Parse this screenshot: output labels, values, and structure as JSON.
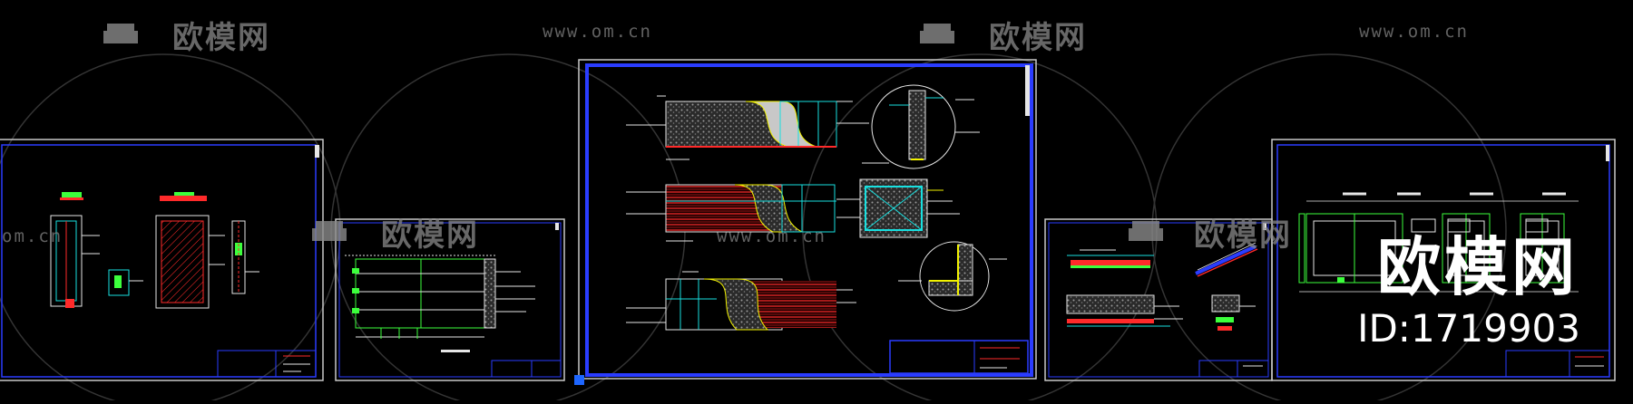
{
  "watermark": {
    "logo_text": "欧模网",
    "url_text": "www.om.cn",
    "url_fragment": "om.cn"
  },
  "overlay": {
    "brand": "欧模网",
    "id_label": "ID:1719903"
  },
  "colors": {
    "background": "#000000",
    "sheet_border": "#c8c8c8",
    "active_border": "#2a3cff",
    "cad_cyan": "#18e0e0",
    "cad_green": "#3cff3c",
    "cad_red": "#ff2a2a",
    "cad_yellow": "#f2f200",
    "cad_white": "#e6e6e6",
    "hatch_gray": "#8c8c8c"
  },
  "icons": {
    "watermark_logo": "sofa-icon",
    "selection_grip": "grip-square-icon"
  }
}
